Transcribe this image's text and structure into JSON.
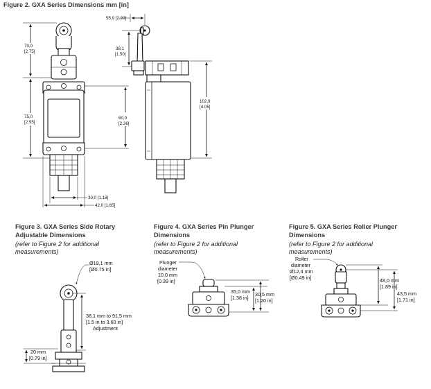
{
  "figures": {
    "fig2": {
      "title": "Figure 2. GXA Series Dimensions mm [in]"
    },
    "fig3": {
      "title_line1": "Figure 3. GXA Series Side Rotary",
      "title_line2": "Adjustable Dimensions",
      "note_line1": "(refer to Figure 2 for additional",
      "note_line2": "measurements)"
    },
    "fig4": {
      "title_line1": "Figure 4. GXA Series Pin Plunger",
      "title_line2": "Dimensions",
      "note_line1": "(refer to Figure 2 for additional",
      "note_line2": "measurements)"
    },
    "fig5": {
      "title_line1": "Figure 5. GXA Series Roller Plunger",
      "title_line2": "Dimensions",
      "note_line1": "(refer to Figure 2 for additional",
      "note_line2": "measurements)"
    }
  },
  "dimensions": {
    "fig2": {
      "d70_mm": "70,0",
      "d70_in": "[2.75]",
      "d75_mm": "75,0",
      "d75_in": "[2.95]",
      "d60_mm": "60,0",
      "d60_in": "[2.36]",
      "d30_mm": "30,0 [1.18]",
      "d42_mm": "42,0 [1.65]",
      "d55_mm": "55,9 [2.20]",
      "d38_mm": "38,1",
      "d38_in": "[1.50]",
      "d102_mm": "102,9",
      "d102_in": "[4.05]"
    },
    "fig3": {
      "d19_mm": "Ø19,1 mm",
      "d19_in": "[Ø0.75 in]",
      "adj_mm": "38,1 mm to 91,5 mm",
      "adj_in": "[1.5 in to 3.60 in]",
      "adj_label": "Adjustment",
      "d20_mm": "20 mm",
      "d20_in": "[0.79 in]"
    },
    "fig4": {
      "plunger_l1": "Plunger",
      "plunger_l2": "diameter",
      "plunger_mm": "10,0 mm",
      "plunger_in": "[0.39 in]",
      "d35_mm": "35,0 mm",
      "d35_in": "[1.38 in]",
      "d305_mm": "30,5 mm",
      "d305_in": "[1.20 in]"
    },
    "fig5": {
      "roller_l1": "Roller",
      "roller_l2": "diameter",
      "roller_mm": "Ø12,4 mm",
      "roller_in": "[Ø0.49 in]",
      "d48_mm": "48,0 mm",
      "d48_in": "[1.89 in]",
      "d435_mm": "43,5 mm",
      "d435_in": "[1.71 in]"
    }
  },
  "colors": {
    "ink": "#111111",
    "title": "#3a3a3a"
  }
}
